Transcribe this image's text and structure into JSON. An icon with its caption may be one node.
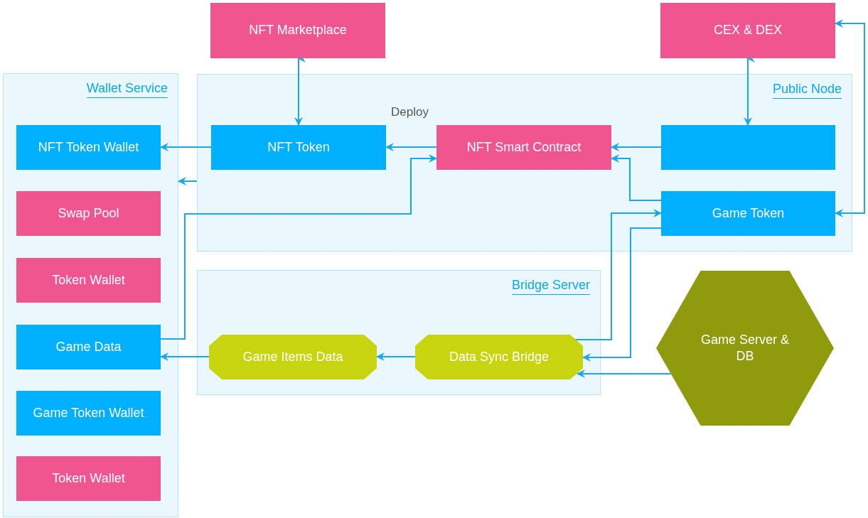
{
  "diagram": {
    "nodes": [
      {
        "text": [
          "Wallet Service"
        ]
      },
      {
        "text": [
          "NFT Token Wallet"
        ],
        "in": 0
      },
      {
        "text": [
          "Swap Pool"
        ],
        "in": 0
      },
      {
        "text": [
          "Token Wallet"
        ],
        "in": 0
      },
      {
        "text": [
          "Game Data"
        ],
        "in": 0
      },
      {
        "text": [
          "Game Token Wallet"
        ],
        "in": 0
      },
      {
        "text": [
          "Token Wallet"
        ],
        "in": 0
      },
      {
        "text": [
          "NFT Marketplace"
        ]
      },
      {
        "text": [
          "CEX & DEX"
        ]
      },
      {
        "text": [
          "Public Node"
        ]
      },
      {
        "text": [
          "NFT Token"
        ],
        "in": 9
      },
      {
        "text": [
          "NFT Smart Contract"
        ],
        "in": 9
      },
      {
        "text": [],
        "shape": "box",
        "in": 9
      },
      {
        "text": [
          "Game Token"
        ],
        "in": 9
      },
      {
        "text": [
          "Bridge Server"
        ]
      },
      {
        "text": [
          "Game Items Data"
        ],
        "in": 14
      },
      {
        "text": [
          "Data Sync Bridge"
        ],
        "in": 14
      },
      {
        "text": [
          "Game Server & DB"
        ]
      }
    ],
    "edges": [
      {
        "from": 7,
        "to": 10,
        "arrow": "both"
      },
      {
        "from": 8,
        "to": 12,
        "arrow": "both"
      },
      {
        "from": 10,
        "to": 1,
        "arrow": "to"
      },
      {
        "from": 11,
        "to": 10,
        "arrow": "to",
        "label": "Deploy"
      },
      {
        "from": 12,
        "to": 11,
        "arrow": "to"
      },
      {
        "from": 13,
        "to": 11,
        "arrow": "to"
      },
      {
        "from": 4,
        "to": 11,
        "arrow": "to"
      },
      {
        "from": 9,
        "to": 0,
        "arrow": "to"
      },
      {
        "from": 16,
        "to": 13,
        "arrow": "to"
      },
      {
        "from": 13,
        "to": 16,
        "arrow": "to"
      },
      {
        "from": 17,
        "to": 16,
        "arrow": "to"
      },
      {
        "from": 16,
        "to": 15,
        "arrow": "to"
      },
      {
        "from": 15,
        "to": 4,
        "arrow": "to"
      },
      {
        "from": 8,
        "to": 13,
        "arrow": "both"
      }
    ]
  }
}
